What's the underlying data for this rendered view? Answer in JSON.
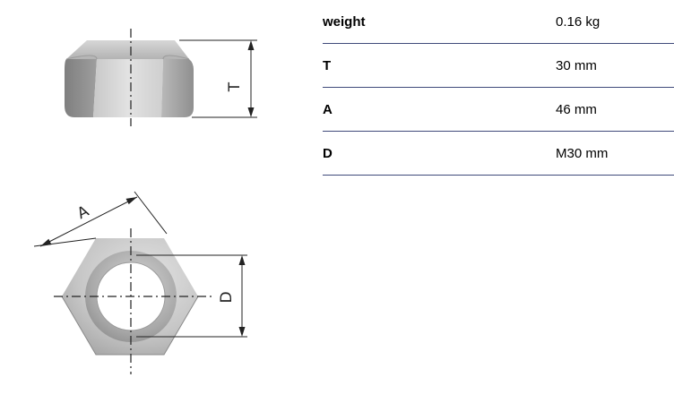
{
  "drawing": {
    "dimension_labels": {
      "T": "T",
      "A": "A",
      "D": "D"
    }
  },
  "specs": [
    {
      "label": "weight",
      "value": "0.16 kg"
    },
    {
      "label": "T",
      "value": "30 mm"
    },
    {
      "label": "A",
      "value": "46 mm"
    },
    {
      "label": "D",
      "value": "M30 mm"
    }
  ],
  "colors": {
    "rule_line": "#3f4a7a",
    "nut_light": "#dadada",
    "nut_dark": "#8c8c8c"
  }
}
